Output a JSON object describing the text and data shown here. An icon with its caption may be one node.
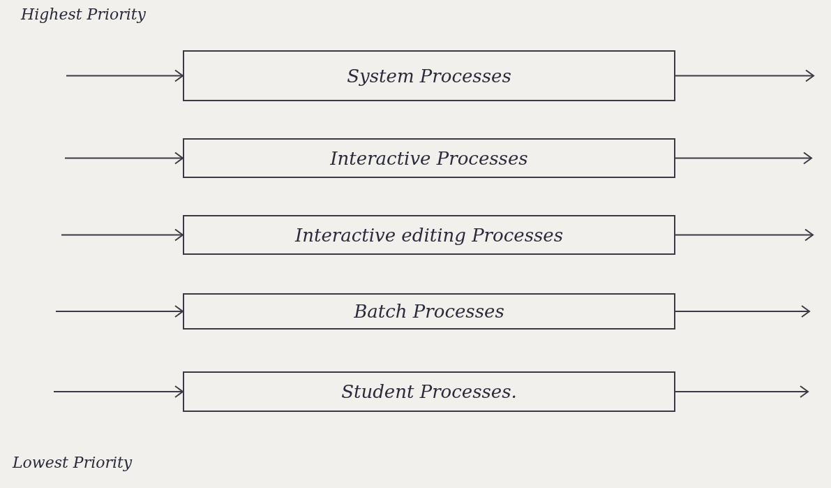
{
  "diagram": {
    "nodes": [
      {
        "text": [
          "System Processes"
        ]
      },
      {
        "text": [
          "Interactive Processes"
        ]
      },
      {
        "text": [
          "Interactive editing Processes"
        ]
      },
      {
        "text": [
          "Batch Processes"
        ]
      },
      {
        "text": [
          "Student Processes."
        ]
      }
    ],
    "edges": [
      {
        "from": null,
        "to": 0,
        "arrow": "to"
      },
      {
        "from": 0,
        "to": null,
        "arrow": "to"
      },
      {
        "from": null,
        "to": 1,
        "arrow": "to"
      },
      {
        "from": 1,
        "to": null,
        "arrow": "to"
      },
      {
        "from": null,
        "to": 2,
        "arrow": "to"
      },
      {
        "from": 2,
        "to": null,
        "arrow": "to"
      },
      {
        "from": null,
        "to": 3,
        "arrow": "to"
      },
      {
        "from": 3,
        "to": null,
        "arrow": "to"
      },
      {
        "from": null,
        "to": 4,
        "arrow": "to"
      },
      {
        "from": 4,
        "to": null,
        "arrow": "to"
      }
    ],
    "labels": [
      "Highest Priority",
      "Lowest Priority"
    ]
  }
}
